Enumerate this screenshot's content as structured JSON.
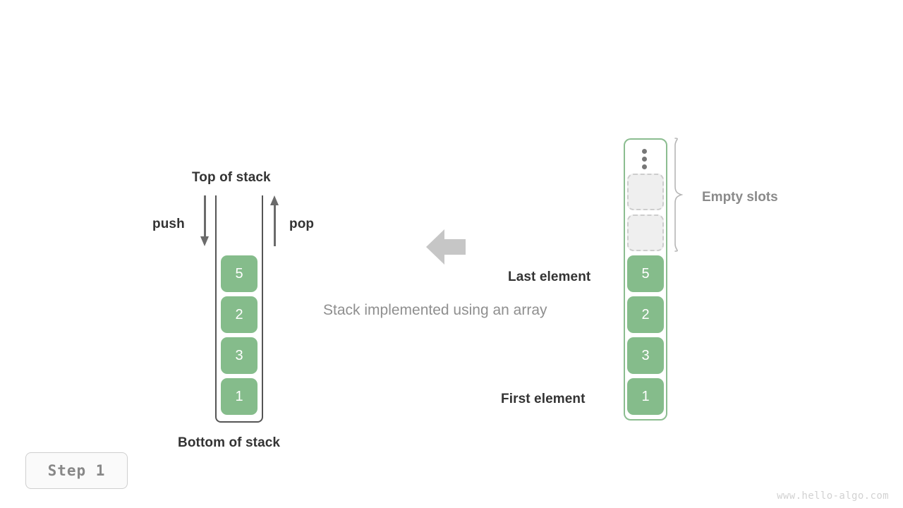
{
  "figure": {
    "caption": "Stack implemented using an array",
    "step_badge": "Step 1",
    "watermark": "www.hello-algo.com",
    "accent_green": "#85bc8b",
    "border_green": "#8bbd90",
    "text_dark": "#333333",
    "text_gray": "#8a8a8a",
    "empty_slot_fill": "#efefef",
    "empty_slot_border": "#cdcdcd"
  },
  "left_diagram": {
    "top_label": "Top of stack",
    "bottom_label": "Bottom of stack",
    "push_label": "push",
    "pop_label": "pop",
    "cells": [
      "5",
      "2",
      "3",
      "1"
    ]
  },
  "right_diagram": {
    "empty_slots_label": "Empty slots",
    "last_element_label": "Last element",
    "first_element_label": "First element",
    "ellipsis": "⋮",
    "empty_slot_count": 2,
    "cells": [
      "5",
      "2",
      "3",
      "1"
    ]
  }
}
